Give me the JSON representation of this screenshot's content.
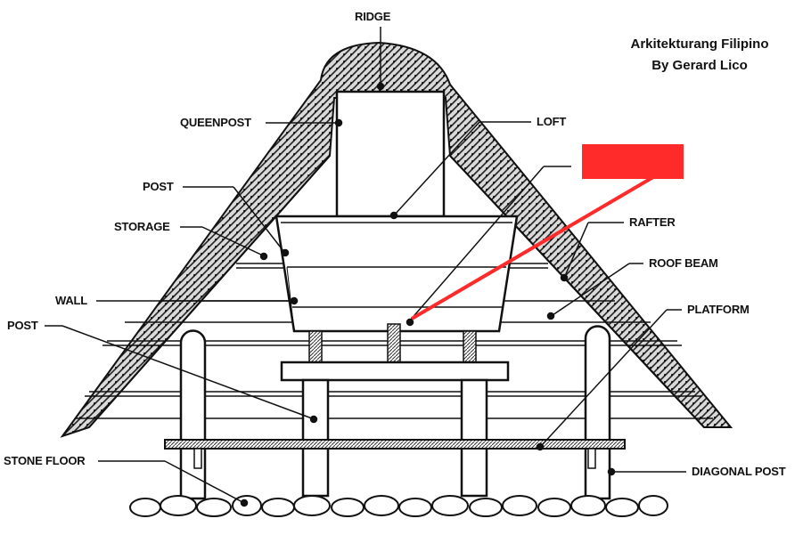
{
  "credit": {
    "line1": "Arkitekturang Filipino",
    "line2": "By Gerard Lico"
  },
  "labels": {
    "ridge": "RIDGE",
    "queenpost": "QUEENPOST",
    "loft": "LOFT",
    "post_upper": "POST",
    "storage": "STORAGE",
    "rafter": "RAFTER",
    "roof_beam": "ROOF BEAM",
    "wall": "WALL",
    "platform": "PLATFORM",
    "post_lower": "POST",
    "stone_floor": "STONE FLOOR",
    "diagonal_post": "DIAGONAL POST"
  },
  "colors": {
    "ink": "#111111",
    "redaction": "#ff2b2b",
    "pointer": "#ff2b2b",
    "background": "#ffffff"
  }
}
